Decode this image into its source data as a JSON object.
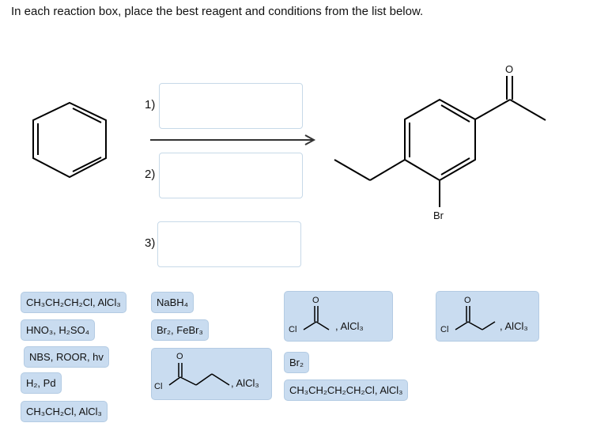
{
  "instruction": "In each reaction box, place the best reagent and conditions from the list below.",
  "steps": [
    {
      "label": "1)"
    },
    {
      "label": "2)"
    },
    {
      "label": "3)"
    }
  ],
  "product_atom_labels": {
    "oxygen": "O",
    "bromine": "Br"
  },
  "reagents": {
    "r1": "CH₃CH₂CH₂Cl, AlCl₃",
    "r2": "NaBH₄",
    "r3": "HNO₃, H₂SO₄",
    "r4": "Br₂, FeBr₃",
    "r5": "NBS, ROOR, hv",
    "r6": "H₂, Pd",
    "r7": "CH₃CH₂Cl, AlCl₃",
    "r8": "Br₂",
    "r9": "CH₃CH₂CH₂CH₂Cl, AlCl₃",
    "acyl1": {
      "o": "O",
      "cl": "Cl",
      "suffix": ", AlCl₃"
    },
    "acyl2": {
      "o": "O",
      "cl": "Cl",
      "suffix": ", AlCl₃"
    },
    "acyl3": {
      "o": "O",
      "cl": "Cl",
      "suffix": ", AlCl₃"
    }
  }
}
